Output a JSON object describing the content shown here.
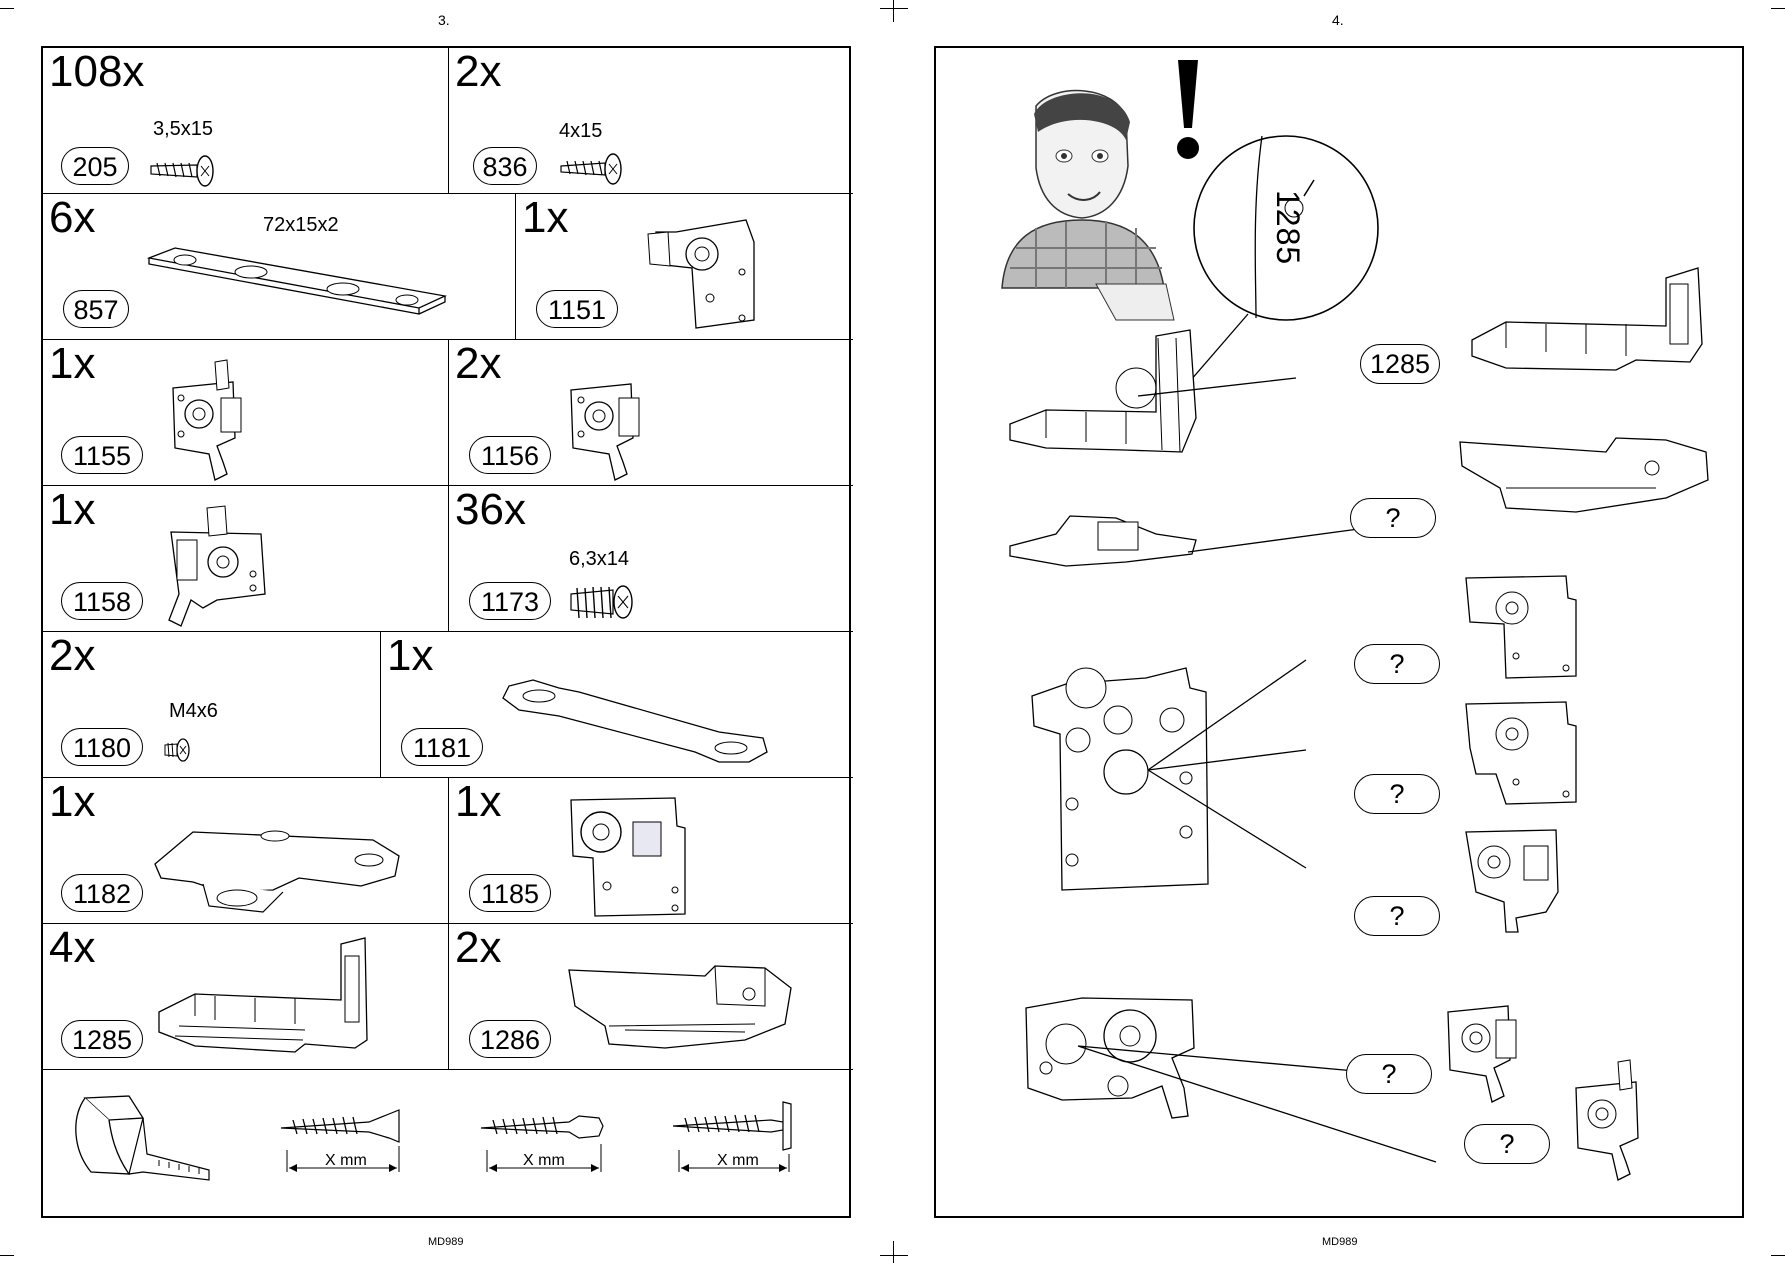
{
  "pages": {
    "left_number": "3.",
    "right_number": "4.",
    "left_footer": "MD989",
    "right_footer": "MD989"
  },
  "parts": [
    {
      "qty": "108x",
      "code": "205",
      "dim": "3,5x15",
      "icon": "wood-screw-icon"
    },
    {
      "qty": "2x",
      "code": "836",
      "dim": "4x15",
      "icon": "wood-screw-icon"
    },
    {
      "qty": "6x",
      "code": "857",
      "dim": "72x15x2",
      "icon": "plate-icon"
    },
    {
      "qty": "1x",
      "code": "1151",
      "icon": "roller-bracket-icon"
    },
    {
      "qty": "1x",
      "code": "1155",
      "icon": "hook-roller-icon"
    },
    {
      "qty": "2x",
      "code": "1156",
      "icon": "hook-roller-icon"
    },
    {
      "qty": "1x",
      "code": "1158",
      "icon": "hook-roller-icon"
    },
    {
      "qty": "36x",
      "code": "1173",
      "dim": "6,3x14",
      "icon": "euro-screw-icon"
    },
    {
      "qty": "2x",
      "code": "1180",
      "dim": "M4x6",
      "icon": "machine-screw-icon"
    },
    {
      "qty": "1x",
      "code": "1181",
      "icon": "link-bar-icon"
    },
    {
      "qty": "1x",
      "code": "1182",
      "icon": "guide-icon"
    },
    {
      "qty": "1x",
      "code": "1185",
      "icon": "roller-bracket-icon"
    },
    {
      "qty": "4x",
      "code": "1285",
      "icon": "track-guide-icon"
    },
    {
      "qty": "2x",
      "code": "1286",
      "icon": "track-guide-icon"
    }
  ],
  "measure": {
    "label": "X mm"
  },
  "right_page": {
    "warning_icon": "exclamation-icon",
    "magnified_number": "1285",
    "callouts": [
      "1285",
      "?",
      "?",
      "?",
      "?",
      "?",
      "?"
    ]
  }
}
